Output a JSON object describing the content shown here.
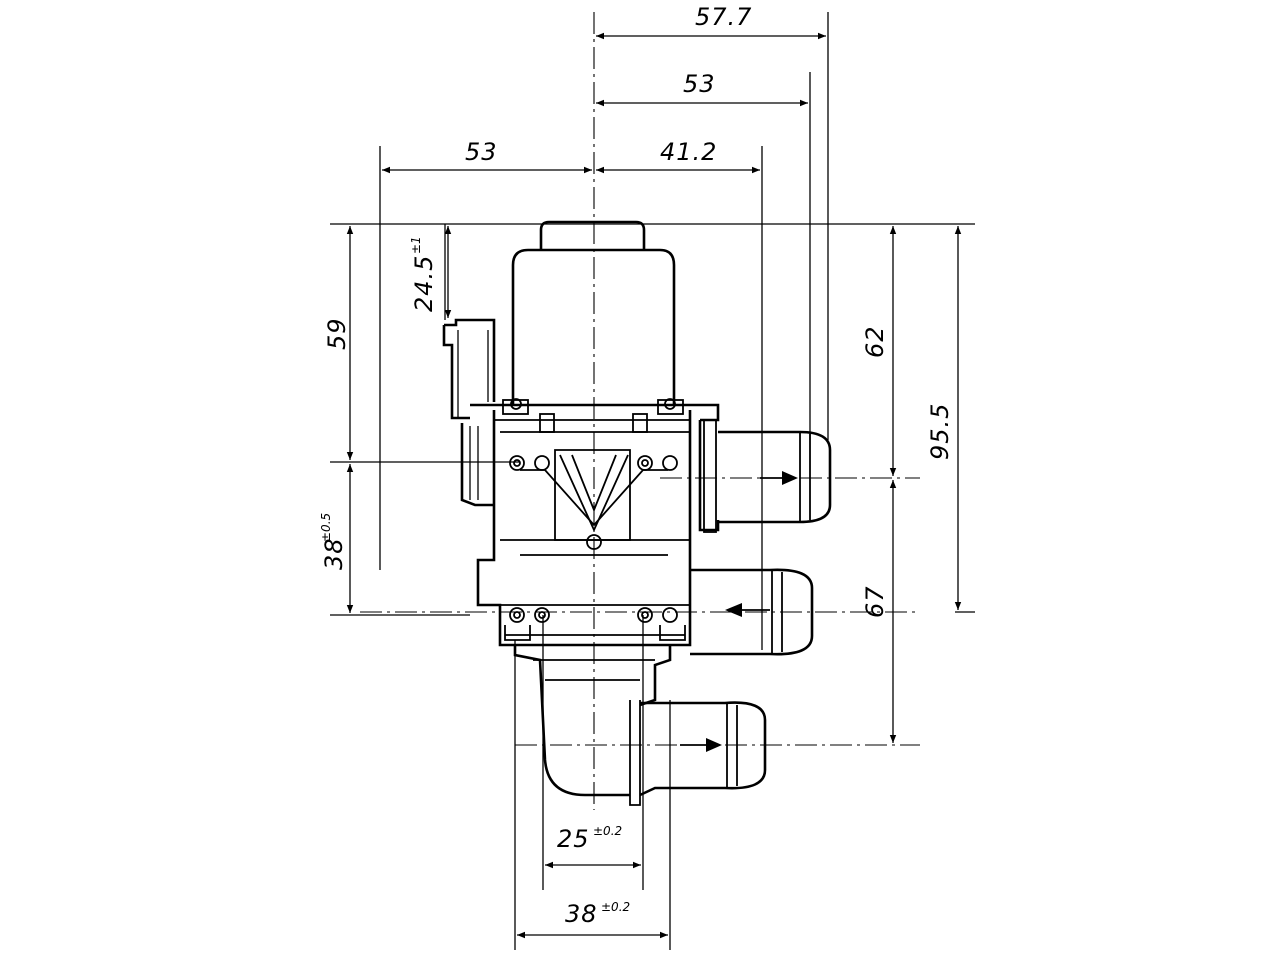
{
  "dimensions": {
    "top_57_7": "57.7",
    "top_53": "53",
    "top_53_left": "53",
    "top_41_2": "41.2",
    "left_59": "59",
    "left_24_5": "24.5",
    "left_24_5_tol": "±1",
    "left_38": "38",
    "left_38_tol": "±0.5",
    "right_62": "62",
    "right_95_5": "95.5",
    "right_67": "67",
    "bottom_25": "25",
    "bottom_25_tol": "±0.2",
    "bottom_38": "38",
    "bottom_38_tol": "±0.2"
  },
  "colors": {
    "line": "#000000",
    "background": "#ffffff"
  }
}
